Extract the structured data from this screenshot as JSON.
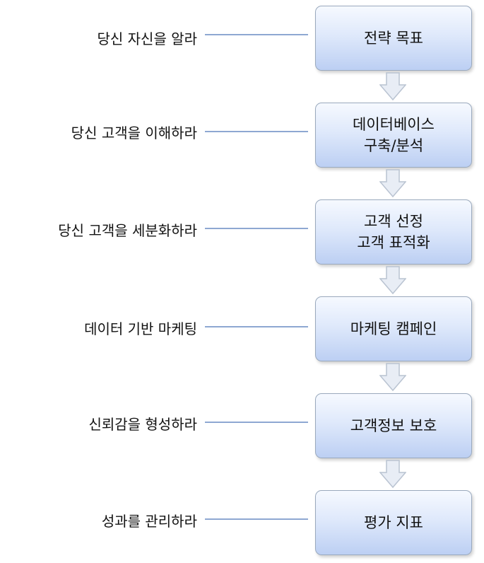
{
  "steps": [
    {
      "label": "당신 자신을 알라",
      "box": "전략 목표"
    },
    {
      "label": "당신 고객을 이해하라",
      "box": "데이터베이스\n구축/분석"
    },
    {
      "label": "당신 고객을 세분화하라",
      "box": "고객 선정\n고객 표적화"
    },
    {
      "label": "데이터 기반 마케팅",
      "box": "마케팅 캠페인"
    },
    {
      "label": "신뢰감을 형성하라",
      "box": "고객정보 보호"
    },
    {
      "label": "성과를 관리하라",
      "box": "평가 지표"
    }
  ],
  "colors": {
    "box_top": "#f6f9ff",
    "box_bottom": "#bccff3",
    "box_border": "#9aa9bd",
    "connector": "#8ea8d2",
    "arrow_fill": "#e8edf5",
    "arrow_stroke": "#b9c3d1"
  }
}
